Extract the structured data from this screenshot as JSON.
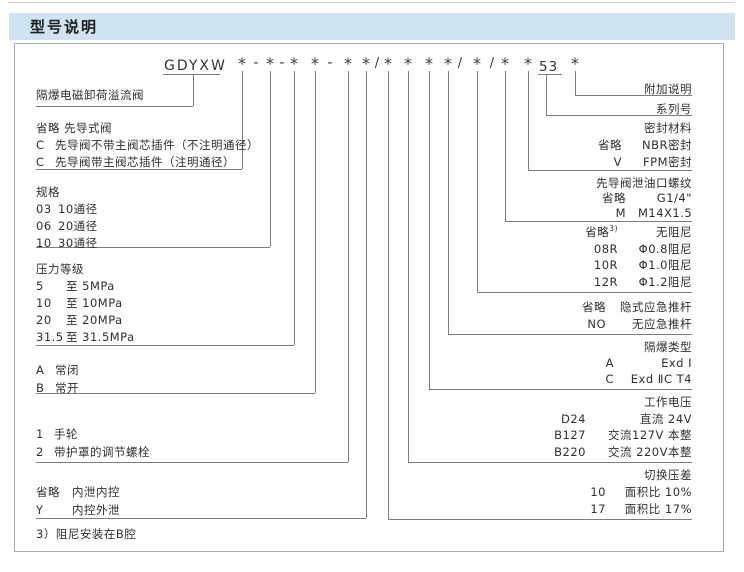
{
  "header": {
    "title": "型号说明"
  },
  "colors": {
    "header_bg": "#cfe3f0",
    "line": "#7d7d7d",
    "text": "#2f2f2f",
    "box_border": "#ababab"
  },
  "code_line": {
    "prefix": "GDYXW",
    "star_glyph": "*",
    "dash_glyph": "-",
    "slash_glyph": "/",
    "series_number": "53"
  },
  "left": {
    "valve_name": "隔爆电磁卸荷溢流阀",
    "pilot": {
      "rows": [
        {
          "code": "省略",
          "label": "先导式阀"
        },
        {
          "code": "C",
          "label": "先导阀不带主阀芯插件（不注明通径）"
        },
        {
          "code": "C",
          "label": "先导阀带主阀芯插件（注明通径）"
        }
      ]
    },
    "spec": {
      "title": "规格",
      "rows": [
        {
          "code": "03",
          "label": "10通径"
        },
        {
          "code": "06",
          "label": "20通径"
        },
        {
          "code": "10",
          "label": "30通径"
        }
      ]
    },
    "pressure": {
      "title": "压力等级",
      "rows": [
        {
          "code": "5",
          "label": "至 5MPa"
        },
        {
          "code": "10",
          "label": "至 10MPa"
        },
        {
          "code": "20",
          "label": "至 20MPa"
        },
        {
          "code": "31.5",
          "label": "至 31.5MPa"
        }
      ]
    },
    "ab": {
      "rows": [
        {
          "code": "A",
          "label": "常闭"
        },
        {
          "code": "B",
          "label": "常开"
        }
      ]
    },
    "adjust": {
      "rows": [
        {
          "code": "1",
          "label": "手轮"
        },
        {
          "code": "2",
          "label": "带护罩的调节螺栓"
        }
      ]
    },
    "drain": {
      "rows": [
        {
          "code": "省略",
          "label": "内泄内控"
        },
        {
          "code": "Y",
          "label": "内控外泄"
        }
      ]
    },
    "footnote": "3）阻尼安装在B腔"
  },
  "right": {
    "extra": {
      "title": "附加说明"
    },
    "series": {
      "title": "系列号"
    },
    "seal": {
      "title": "密封材料",
      "rows": [
        {
          "code": "省略",
          "label": "NBR密封"
        },
        {
          "code": "V",
          "label": "FPM密封"
        }
      ]
    },
    "thread": {
      "title": "先导阀泄油口螺纹",
      "rows": [
        {
          "code": "省略",
          "label": "G1/4\""
        },
        {
          "code": "M",
          "label": "M14X1.5"
        }
      ]
    },
    "damping": {
      "rows": [
        {
          "code": "省略",
          "sup": "3)",
          "label": "无阻尼"
        },
        {
          "code": "08R",
          "label": "Φ0.8阻尼"
        },
        {
          "code": "10R",
          "label": "Φ1.0阻尼"
        },
        {
          "code": "12R",
          "label": "Φ1.2阻尼"
        }
      ]
    },
    "pushrod": {
      "rows": [
        {
          "code": "省略",
          "label": "隐式应急推杆"
        },
        {
          "code": "NO",
          "label": "无应急推杆"
        }
      ]
    },
    "exd": {
      "title": "隔爆类型",
      "rows": [
        {
          "code": "A",
          "label": "Exd Ⅰ"
        },
        {
          "code": "C",
          "label": "Exd ⅡC T4"
        }
      ]
    },
    "voltage": {
      "title": "工作电压",
      "rows": [
        {
          "code": "D24",
          "label": "直流 24V"
        },
        {
          "code": "B127",
          "label": "交流127V 本整"
        },
        {
          "code": "B220",
          "label": "交流 220V本整"
        }
      ]
    },
    "diff": {
      "title": "切换压差",
      "rows": [
        {
          "code": "10",
          "label": "面积比  10%"
        },
        {
          "code": "17",
          "label": "面积比  17%"
        }
      ]
    }
  }
}
